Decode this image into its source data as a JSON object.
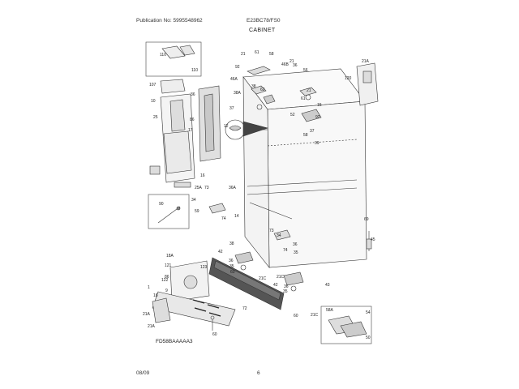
{
  "header": {
    "publication": "Publication No: 5995548962",
    "model": "E23BC78/FS0",
    "title": "CABINET"
  },
  "footer": {
    "date": "08/09",
    "page": "6"
  },
  "figure_code": "FD58BAAAAA3",
  "callouts": [
    {
      "id": "c110a",
      "text": "110"
    },
    {
      "id": "c110b",
      "text": "110"
    },
    {
      "id": "c21a",
      "text": "21"
    },
    {
      "id": "c61",
      "text": "61"
    },
    {
      "id": "c58",
      "text": "58"
    },
    {
      "id": "c92a",
      "text": "92"
    },
    {
      "id": "c46b",
      "text": "46B"
    },
    {
      "id": "c36",
      "text": "36"
    },
    {
      "id": "c21b",
      "text": "21"
    },
    {
      "id": "c46a",
      "text": "46A"
    },
    {
      "id": "c56",
      "text": "56"
    },
    {
      "id": "c21A",
      "text": "21A"
    },
    {
      "id": "c120",
      "text": "120"
    },
    {
      "id": "c107",
      "text": "107"
    },
    {
      "id": "c62",
      "text": "62"
    },
    {
      "id": "c38a",
      "text": "38A"
    },
    {
      "id": "c38b",
      "text": "38"
    },
    {
      "id": "c37a",
      "text": "37"
    },
    {
      "id": "c10",
      "text": "10"
    },
    {
      "id": "c36b",
      "text": "36"
    },
    {
      "id": "c61b",
      "text": "61"
    },
    {
      "id": "c52",
      "text": "52"
    },
    {
      "id": "c25",
      "text": "25"
    },
    {
      "id": "c86",
      "text": "86"
    },
    {
      "id": "c92b",
      "text": "92"
    },
    {
      "id": "c15",
      "text": "15"
    },
    {
      "id": "c21c",
      "text": "21"
    },
    {
      "id": "c37b",
      "text": "37"
    },
    {
      "id": "c58b",
      "text": "58"
    },
    {
      "id": "c12",
      "text": "12"
    },
    {
      "id": "c39",
      "text": "39"
    },
    {
      "id": "c17",
      "text": "17"
    },
    {
      "id": "c16",
      "text": "16"
    },
    {
      "id": "c73",
      "text": "73"
    },
    {
      "id": "c25a",
      "text": "25A"
    },
    {
      "id": "c36a",
      "text": "36A"
    },
    {
      "id": "c90",
      "text": "90"
    },
    {
      "id": "c34",
      "text": "34"
    },
    {
      "id": "c59",
      "text": "59"
    },
    {
      "id": "c74a",
      "text": "74"
    },
    {
      "id": "c14",
      "text": "14"
    },
    {
      "id": "c69",
      "text": "69"
    },
    {
      "id": "c45",
      "text": "45"
    },
    {
      "id": "c38c",
      "text": "38"
    },
    {
      "id": "c73b",
      "text": "73"
    },
    {
      "id": "c34b",
      "text": "34"
    },
    {
      "id": "c36c",
      "text": "36"
    },
    {
      "id": "c42a",
      "text": "42"
    },
    {
      "id": "c74b",
      "text": "74"
    },
    {
      "id": "c35a",
      "text": "35"
    },
    {
      "id": "c18a",
      "text": "18A"
    },
    {
      "id": "c121",
      "text": "121"
    },
    {
      "id": "c123",
      "text": "123"
    },
    {
      "id": "c86b",
      "text": "86"
    },
    {
      "id": "c122",
      "text": "122"
    },
    {
      "id": "c36d",
      "text": "36"
    },
    {
      "id": "c35b",
      "text": "35"
    },
    {
      "id": "c60",
      "text": "60"
    },
    {
      "id": "c21cA",
      "text": "21C"
    },
    {
      "id": "c42b",
      "text": "42"
    },
    {
      "id": "c43",
      "text": "43"
    },
    {
      "id": "c1",
      "text": "1"
    },
    {
      "id": "c18",
      "text": "18"
    },
    {
      "id": "c9",
      "text": "9"
    },
    {
      "id": "c21cB",
      "text": "21C"
    },
    {
      "id": "c36e",
      "text": "36"
    },
    {
      "id": "c35c",
      "text": "35"
    },
    {
      "id": "c21a2",
      "text": "21A"
    },
    {
      "id": "c72",
      "text": "72"
    },
    {
      "id": "c60b",
      "text": "60"
    },
    {
      "id": "c21cC",
      "text": "21C"
    },
    {
      "id": "c58a",
      "text": "58A"
    },
    {
      "id": "c54",
      "text": "54"
    },
    {
      "id": "c21a3",
      "text": "21A"
    },
    {
      "id": "c50",
      "text": "50"
    },
    {
      "id": "c60c",
      "text": "60"
    }
  ]
}
